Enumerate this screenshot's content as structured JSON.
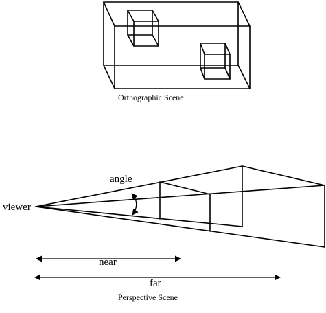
{
  "orthographic": {
    "caption": "Orthographic Scene"
  },
  "perspective": {
    "caption": "Perspective Scene",
    "viewer_label": "viewer",
    "angle_label": "angle",
    "near_label": "near",
    "far_label": "far"
  },
  "colors": {
    "stroke": "#000000",
    "background": "#ffffff"
  }
}
